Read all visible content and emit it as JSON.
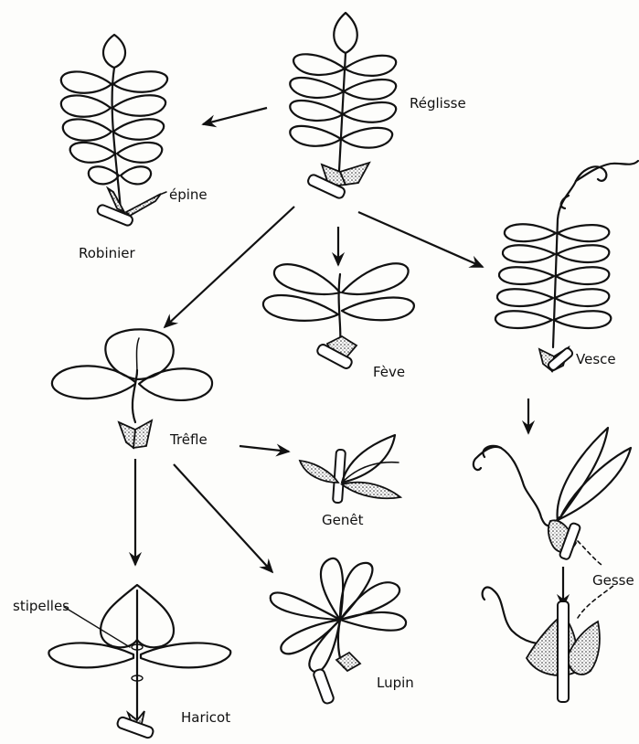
{
  "diagram": {
    "labels": {
      "reglisse": "Réglisse",
      "robinier": "Robinier",
      "epine": "épine",
      "feve": "Fève",
      "vesce": "Vesce",
      "trefle": "Trêfle",
      "genet": "Genêt",
      "lupin": "Lupin",
      "gesse": "Gesse",
      "stipelles": "stipelles",
      "haricot": "Haricot"
    }
  }
}
